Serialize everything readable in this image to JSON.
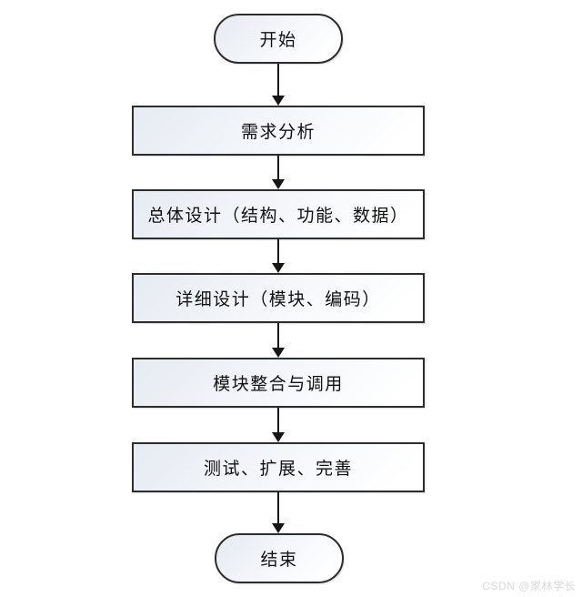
{
  "flowchart": {
    "description": "software development process flowchart",
    "nodes": [
      {
        "id": "start",
        "type": "terminator",
        "label": "开始"
      },
      {
        "id": "requirements",
        "type": "process",
        "label": "需求分析"
      },
      {
        "id": "overall-design",
        "type": "process",
        "label": "总体设计（结构、功能、数据）"
      },
      {
        "id": "detailed-design",
        "type": "process",
        "label": "详细设计（模块、编码）"
      },
      {
        "id": "integration",
        "type": "process",
        "label": "模块整合与调用"
      },
      {
        "id": "testing",
        "type": "process",
        "label": "测试、扩展、完善"
      },
      {
        "id": "end",
        "type": "terminator",
        "label": "结束"
      }
    ],
    "edges": [
      {
        "from": "start",
        "to": "requirements"
      },
      {
        "from": "requirements",
        "to": "overall-design"
      },
      {
        "from": "overall-design",
        "to": "detailed-design"
      },
      {
        "from": "detailed-design",
        "to": "integration"
      },
      {
        "from": "integration",
        "to": "testing"
      },
      {
        "from": "testing",
        "to": "end"
      }
    ]
  },
  "watermark": {
    "text": "CSDN @家林学长",
    "color": "#d9d9d9"
  },
  "colors": {
    "background": "#ffffff",
    "node_border": "#2d2d2d",
    "node_fill_top_left": "#e6ebf2",
    "node_fill_bottom_right": "#ffffff",
    "arrow": "#161616",
    "text": "#111111"
  }
}
